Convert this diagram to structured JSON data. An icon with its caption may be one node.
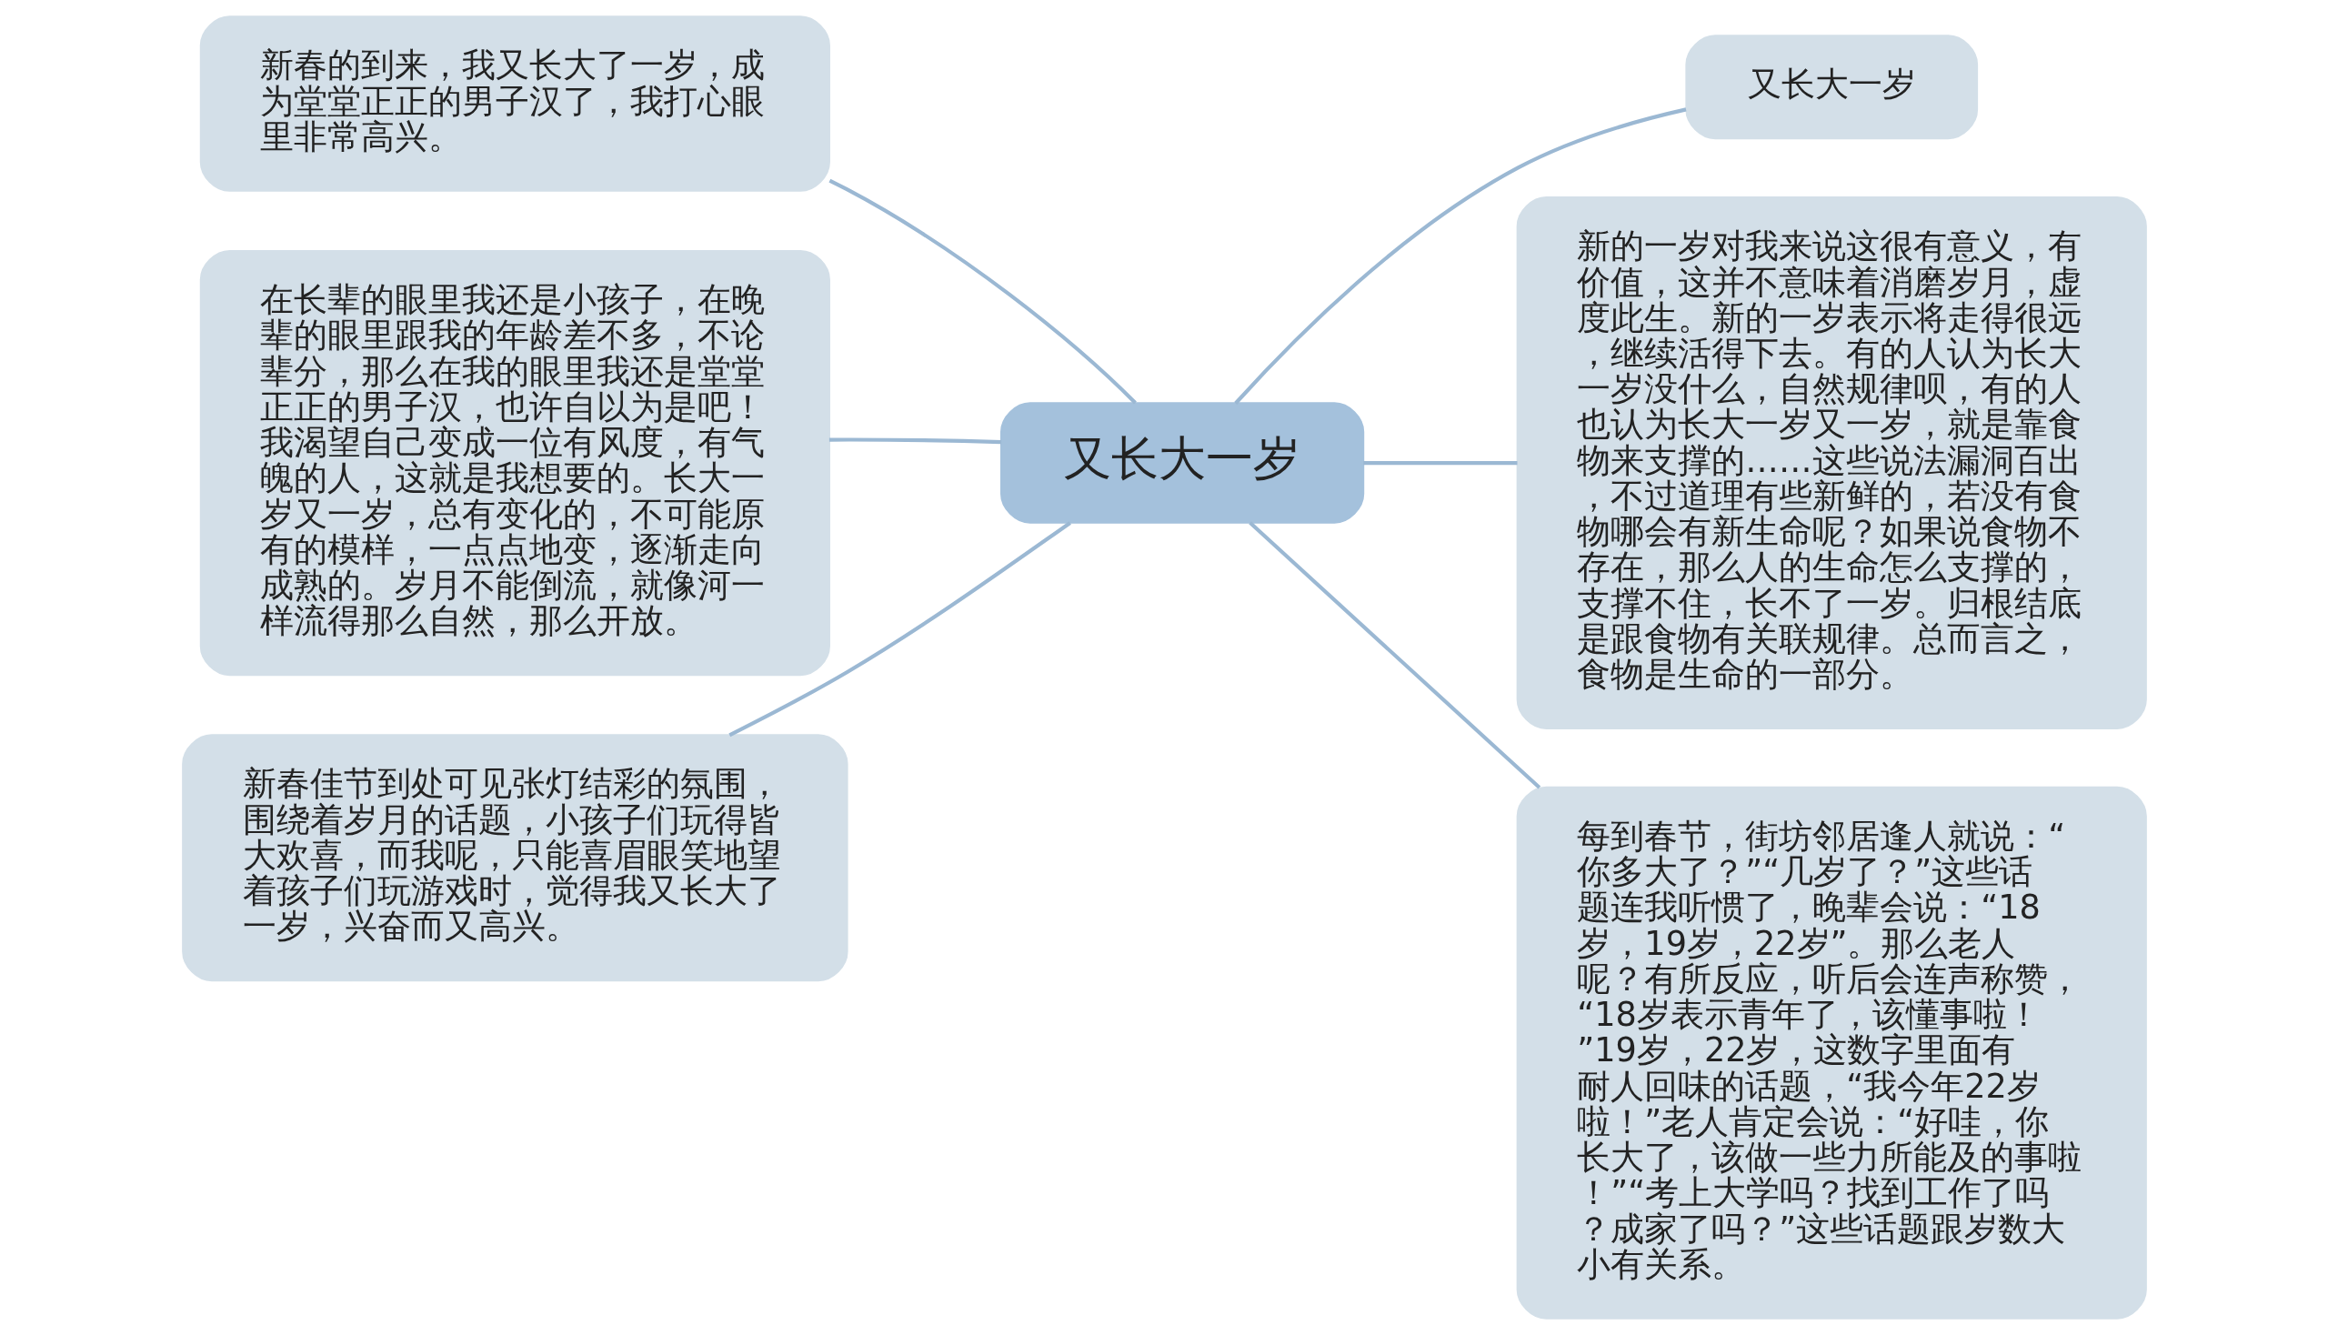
{
  "diagram": {
    "nodes": [
      {
        "text": [
          "又长大一岁"
        ]
      },
      {
        "text": [
          "又长大一岁"
        ]
      },
      {
        "text": [
          "新的一岁对我来说这很有意义，有价值，这并不意味着消磨岁月，虚度此生。新的一岁表示将走得很远，继续活得下去。有的人认为长大一岁没什么，自然规律呗，有的人也认为长大一岁又一岁，就是靠食物来支撑的……这些说法漏洞百出，不过道理有些新鲜的，若没有食物哪会有新生命呢？如果说食物不存在，那么人的生命怎么支撑的，支撑不住，长不了一岁。归根结底是跟食物有关联规律。总而言之，食物是生命的一部分。"
        ]
      },
      {
        "text": [
          "每到春节，街坊邻居逢人就说：“你多大了？”“几岁了？”这些话题连我听惯了，晚辈会说：“18岁，19岁，22岁”。那么老人呢？有所反应，听后会连声称赞，“18岁表示青年了，该懂事啦！”19岁，22岁，这数字里面有耐人回味的话题，“我今年22岁啦！”老人肯定会说：“好哇，你长大了，该做一些力所能及的事啦！”“考上大学吗？找到工作了吗？成家了吗？”这些话题跟岁数大小有关系。"
        ]
      },
      {
        "text": [
          "新春的到来，我又长大了一岁，成为堂堂正正的男子汉了，我打心眼里非常高兴。"
        ]
      },
      {
        "text": [
          "在长辈的眼里我还是小孩子，在晚辈的眼里跟我的年龄差不多，不论辈分，那么在我的眼里我还是堂堂正正的男子汉，也许自以为是吧！我渴望自己变成一位有风度，有气魄的人，这就是我想要的。长大一岁又一岁，总有变化的，不可能原有的模样，一点点地变，逐渐走向成熟的。岁月不能倒流，就像河一样流得那么自然，那么开放。"
        ]
      },
      {
        "text": [
          "新春佳节到处可见张灯结彩的氛围，围绕着岁月的话题，小孩子们玩得皆大欢喜，而我呢，只能喜眉眼笑地望着孩子们玩游戏时，觉得我又长大了一岁，兴奋而又高兴。"
        ]
      }
    ],
    "edges": [
      {
        "from": 0,
        "to": 1,
        "arrow": "none"
      },
      {
        "from": 0,
        "to": 2,
        "arrow": "none"
      },
      {
        "from": 0,
        "to": 3,
        "arrow": "none"
      },
      {
        "from": 0,
        "to": 4,
        "arrow": "none"
      },
      {
        "from": 0,
        "to": 5,
        "arrow": "none"
      },
      {
        "from": 0,
        "to": 6,
        "arrow": "none"
      }
    ]
  }
}
